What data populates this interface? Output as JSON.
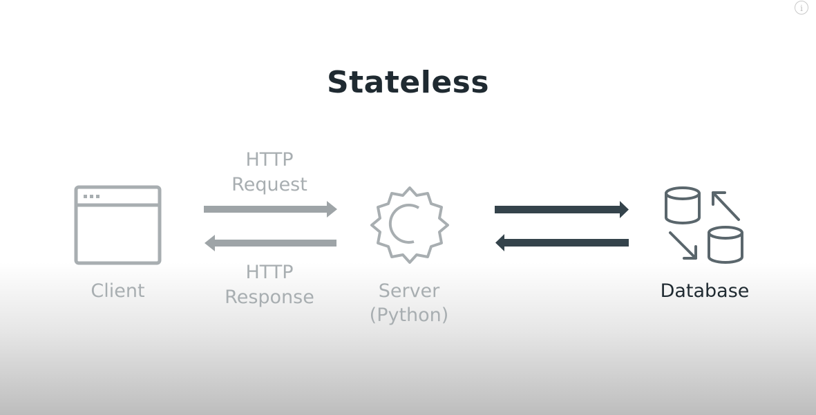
{
  "info_icon": "i",
  "title": "Stateless",
  "nodes": {
    "client": {
      "label": "Client",
      "icon": "browser-window-icon"
    },
    "server": {
      "line1": "Server",
      "line2": "(Python)",
      "icon": "gear-icon"
    },
    "database": {
      "label": "Database",
      "icon": "database-sync-icon"
    }
  },
  "edges": {
    "request": {
      "line1": "HTTP",
      "line2": "Request"
    },
    "response": {
      "line1": "HTTP",
      "line2": "Response"
    }
  },
  "colors": {
    "dark": "#1f2a31",
    "grey": "#a8aeb1",
    "arrow_dark": "#34434b",
    "arrow_grey": "#9ea4a7"
  }
}
